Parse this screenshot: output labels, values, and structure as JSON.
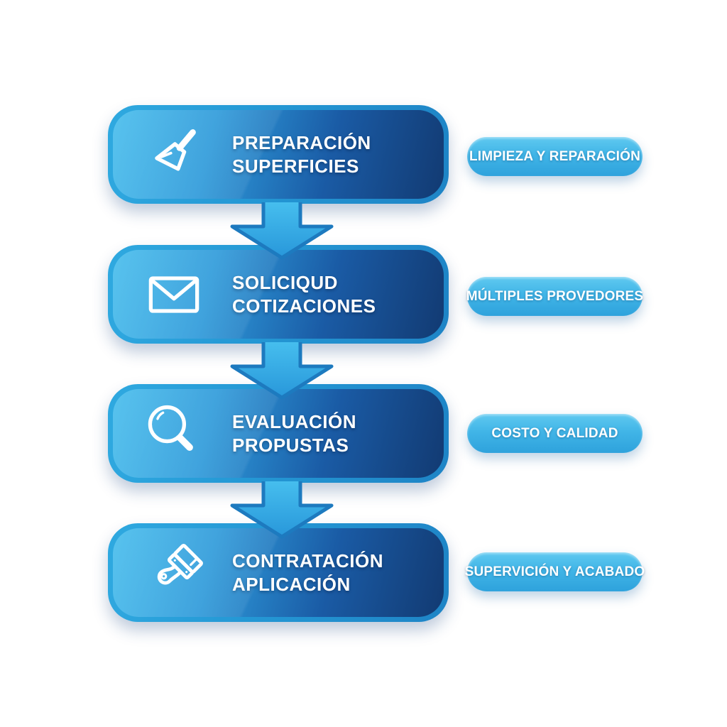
{
  "diagram": {
    "type": "process-flow",
    "direction": "vertical",
    "language": "es",
    "step_count": 4
  },
  "colors": {
    "background": "#ffffff",
    "block_fill_start": "#41bbec",
    "block_fill_end": "#123a72",
    "block_border_start": "#2fa9e0",
    "block_border_end": "#1e84c6",
    "arrow_fill_top": "#49c2f0",
    "arrow_fill_bottom": "#2897da",
    "arrow_stroke": "#1d7abf",
    "pill_fill_top": "#5fc9f0",
    "pill_fill_bottom": "#2ea2dc",
    "text": "#ffffff"
  },
  "steps": [
    {
      "line1": "PREPARACIÓN",
      "line2": "SUPERFICIES",
      "icon": "broom-icon",
      "tag": "LIMPIEZA Y REPARACIÓN"
    },
    {
      "line1": "SOLICIQUD",
      "line2": "COTIZACIONES",
      "icon": "envelope-icon",
      "tag": "MÚLTIPLES PROVEDORES"
    },
    {
      "line1": "EVALUACIÓN",
      "line2": "PROPUSTAS",
      "icon": "magnifying-glass-icon",
      "tag": "COSTO Y CALIDAD"
    },
    {
      "line1": "CONTRATACIÓN",
      "line2": "APLICACIÓN",
      "icon": "paintbrush-icon",
      "tag": "SUPERVICIÓN Y ACABADO"
    }
  ]
}
